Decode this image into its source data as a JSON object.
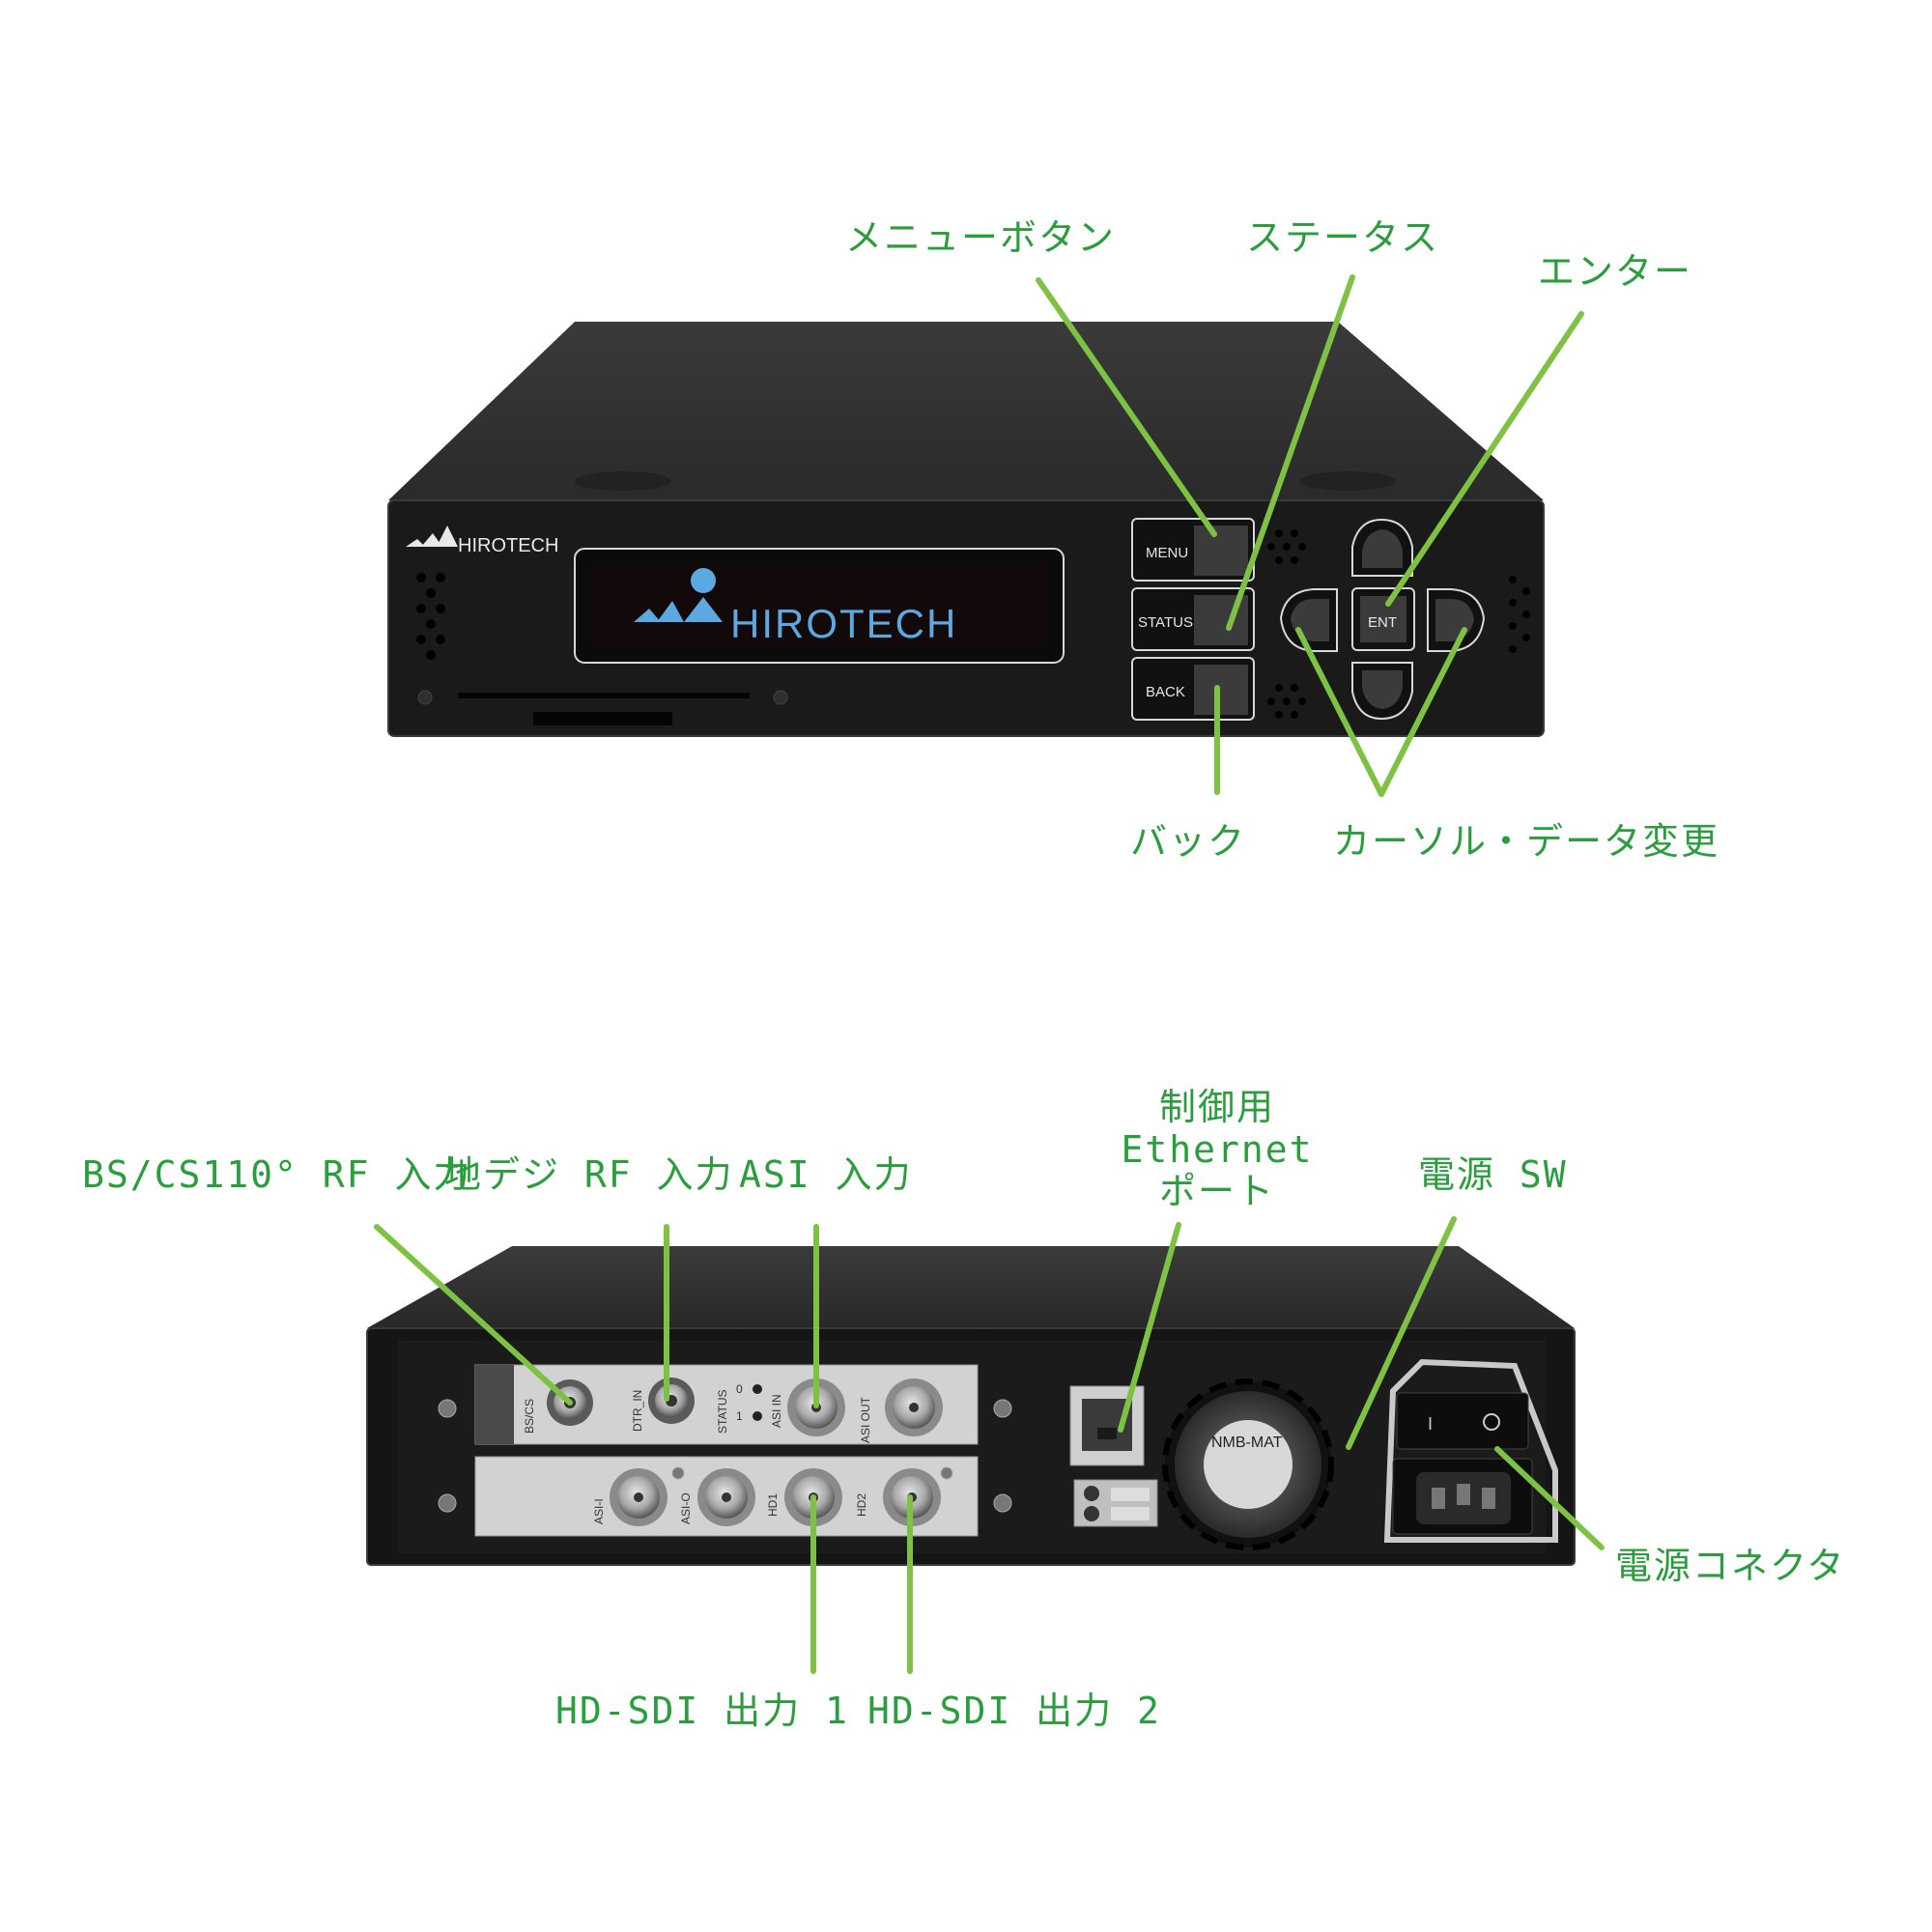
{
  "colors": {
    "callout_text": "#2a9d3c",
    "leader_line": "#7dc242",
    "chassis": "#1c1c1c",
    "vfd_text": "#5ca8e0"
  },
  "front_panel": {
    "brand": "HIROTECH",
    "display_text": "HIROTECH",
    "buttons": {
      "menu": "MENU",
      "status": "STATUS",
      "back": "BACK",
      "enter": "ENT"
    },
    "callouts": {
      "menu": "メニューボタン",
      "status": "ステータス",
      "enter": "エンター",
      "back": "バック",
      "cursor": "カーソル・データ変更"
    }
  },
  "rear_panel": {
    "card1_labels": {
      "bscs": "BS/CS",
      "dtr_in": "DTR_IN",
      "status": "STATUS",
      "status_1": "1",
      "status_0": "0",
      "asi_in": "ASI IN",
      "asi_out": "ASI OUT"
    },
    "card2_labels": {
      "asi_i": "ASI-I",
      "asi_o": "ASI-O",
      "hd1": "HD1",
      "hd2": "HD2"
    },
    "fan_label": "NMB-MAT",
    "callouts": {
      "bscs_rf": "BS/CS110° RF 入力",
      "terrestrial_rf": "地デジ RF 入力",
      "asi_in": "ASI 入力",
      "ethernet_l1": "制御用",
      "ethernet_l2": "Ethernet",
      "ethernet_l3": "ポート",
      "power_sw": "電源 SW",
      "power_connector": "電源コネクタ",
      "hdsdi_out1": "HD-SDI 出力 1",
      "hdsdi_out2": "HD-SDI 出力 2"
    }
  }
}
